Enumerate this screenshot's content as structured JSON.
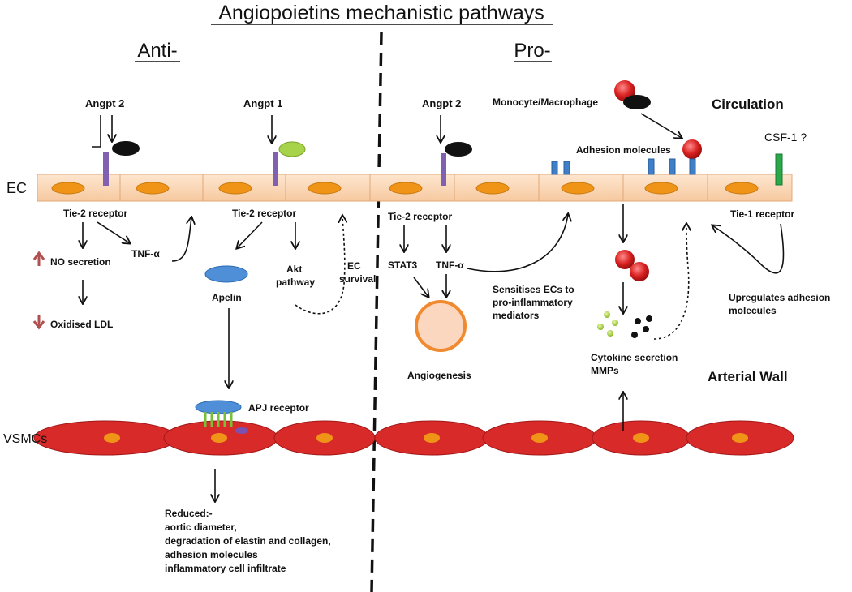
{
  "title": "Angiopoietins mechanistic pathways",
  "sections": {
    "anti": "Anti-",
    "pro": "Pro-"
  },
  "layers": {
    "ec": "EC",
    "vsmcs": "VSMCs",
    "circulation": "Circulation",
    "arterial_wall": "Arterial Wall"
  },
  "anti": {
    "angpt2": "Angpt 2",
    "angpt1": "Angpt 1",
    "tie2_left": "Tie-2 receptor",
    "tie2_mid": "Tie-2 receptor",
    "tnf": "TNF-α",
    "no_secretion": "NO secretion",
    "oxidised_ldl": "Oxidised LDL",
    "apelin": "Apelin",
    "akt_line1": "Akt",
    "akt_line2": "pathway",
    "ec_survival_line1": "EC",
    "ec_survival_line2": "survival",
    "apj_receptor": "APJ receptor",
    "reduced_lines": [
      "Reduced:-",
      "aortic diameter,",
      "degradation of elastin and collagen,",
      "adhesion molecules",
      "inflammatory cell infiltrate"
    ]
  },
  "pro": {
    "angpt2": "Angpt 2",
    "monocyte": "Monocyte/Macrophage",
    "adhesion_molecules": "Adhesion molecules",
    "csf1": "CSF-1 ?",
    "tie2": "Tie-2 receptor",
    "tie1": "Tie-1 receptor",
    "stat3": "STAT3",
    "tnf": "TNF-α",
    "angiogenesis": "Angiogenesis",
    "sensitises_lines": [
      "Sensitises ECs to",
      "pro-inflammatory",
      "mediators"
    ],
    "upregulates_lines": [
      "Upregulates adhesion",
      "molecules"
    ],
    "cytokine_lines": [
      "Cytokine secretion",
      "MMPs"
    ]
  },
  "colors": {
    "ec_cell": "#fbd6b4",
    "ec_border": "#e0a878",
    "nucleus": "#f09418",
    "vsmc": "#d92a2a",
    "receptor": "#8060b0",
    "red_arrow": "#b05050"
  }
}
